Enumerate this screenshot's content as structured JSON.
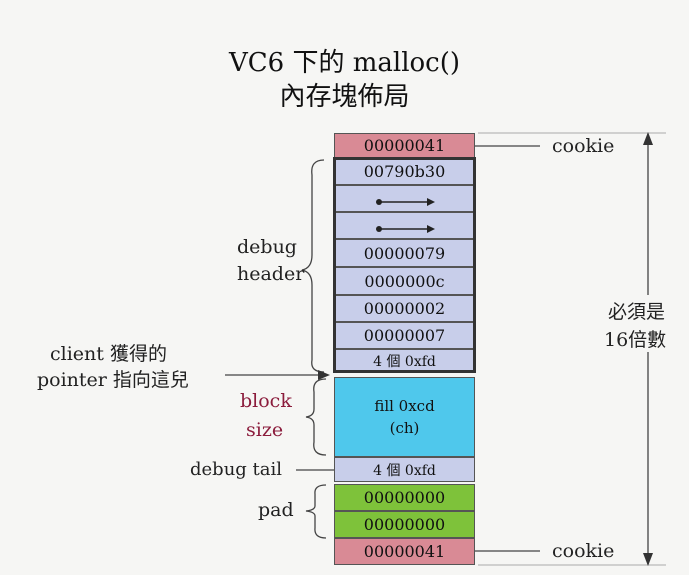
{
  "title": {
    "line1": "VC6 下的 malloc()",
    "line2": "內存塊佈局"
  },
  "cells": {
    "cookie_top": "00000041",
    "h1": "00790b30",
    "h4": "00000079",
    "h5": "0000000c",
    "h6": "00000002",
    "h7": "00000007",
    "h8": "4 個 0xfd",
    "user_line1": "fill  0xcd",
    "user_line2": "(ch)",
    "tail": "4 個 0xfd",
    "pad1": "00000000",
    "pad2": "00000000",
    "cookie_bottom": "00000041"
  },
  "labels": {
    "cookie_top": "cookie",
    "cookie_bottom": "cookie",
    "debug": "debug",
    "header": "header",
    "client_line1": "client 獲得的",
    "client_line2": "pointer 指向這兒",
    "block": "block",
    "size": "size",
    "debug_tail": "debug tail",
    "pad": "pad",
    "must1": "必須是",
    "must2": "16倍數"
  },
  "colors": {
    "cookie": "#d98a95",
    "header": "#c8ceea",
    "user": "#4fc8ec",
    "pad": "#7ec23a",
    "block_size_label": "#8b1c3c"
  },
  "icons": {
    "pointer_row_1": "right-arrow-icon",
    "pointer_row_2": "right-arrow-icon"
  }
}
